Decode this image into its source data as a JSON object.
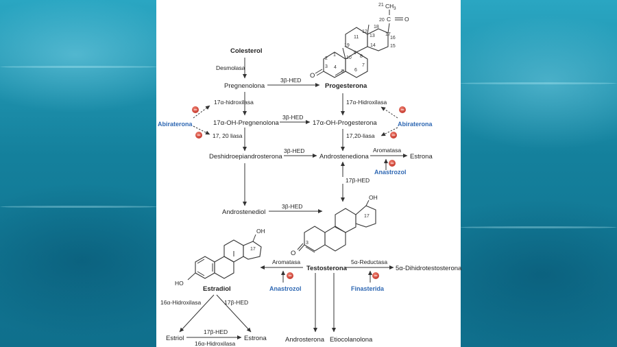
{
  "compounds": {
    "colesterol": "Colesterol",
    "pregnenolona": "Pregnenolona",
    "progesterona": "Progesterona",
    "oh_pregnenolona": "17α-OH-Pregnenolona",
    "oh_progesterona": "17α-OH-Progesterona",
    "dhea": "Deshidroepiandrosterona",
    "androstenediona": "Androstenediona",
    "estrona_top": "Estrona",
    "androstenediol": "Androstenediol",
    "testosterona": "Testosterona",
    "dht": "5α-Dihidrotestosterona",
    "estradiol": "Estradiol",
    "estriol": "Estriol",
    "estrona_bottom": "Estrona",
    "androsterona": "Androsterona",
    "etiocolanolona": "Etiocolanolona"
  },
  "enzymes": {
    "desmolasa": "Desmolasa",
    "hed3b_1": "3β-HED",
    "hidroxilasa_left": "17α-hidroxilasa",
    "hidroxilasa_right": "17α-Hidroxilasa",
    "hed3b_2": "3β-HED",
    "liasa_left": "17, 20 liasa",
    "liasa_right": "17,20-liasa",
    "hed3b_3": "3β-HED",
    "aromatasa_top": "Aromatasa",
    "hed17b_1": "17β-HED",
    "hed3b_4": "3β-HED",
    "aromatasa_bottom": "Aromatasa",
    "reductasa": "5α-Reductasa",
    "hidroxilasa16_left": "16α-Hidroxilasa",
    "hed17b_2": "17β-HED",
    "hed17b_3": "17β-HED",
    "hidroxilasa16_bottom": "16α-Hidroxilasa"
  },
  "inhibitors": {
    "abiraterona_left": "Abiraterona",
    "abiraterona_right": "Abiraterona",
    "anastrozol_top": "Anastrozol",
    "anastrozol_bottom": "Anastrozol",
    "finasterida": "Finasterida",
    "minus_symbol": "−"
  },
  "structures": {
    "progesterona": {
      "numbers": [
        "21",
        "20",
        "18",
        "17",
        "16",
        "15",
        "14",
        "13",
        "12",
        "11",
        "19",
        "1",
        "2",
        "3",
        "4",
        "5",
        "6",
        "7",
        "8",
        "9",
        "10"
      ],
      "ch3": "CH",
      "ch3_sub": "3",
      "carbon": "C",
      "oxygen_ketone": "O",
      "oxygen_ring": "O"
    },
    "testosterona": {
      "oh": "OH",
      "n17": "17",
      "n3": "3",
      "oxygen": "O"
    },
    "estradiol": {
      "oh_top": "OH",
      "n17": "17",
      "ho": "HO"
    }
  },
  "colors": {
    "inhibitor_text": "#2f68b3",
    "inhibitor_badge": "#d9463a",
    "background": "#1c8aa6"
  }
}
